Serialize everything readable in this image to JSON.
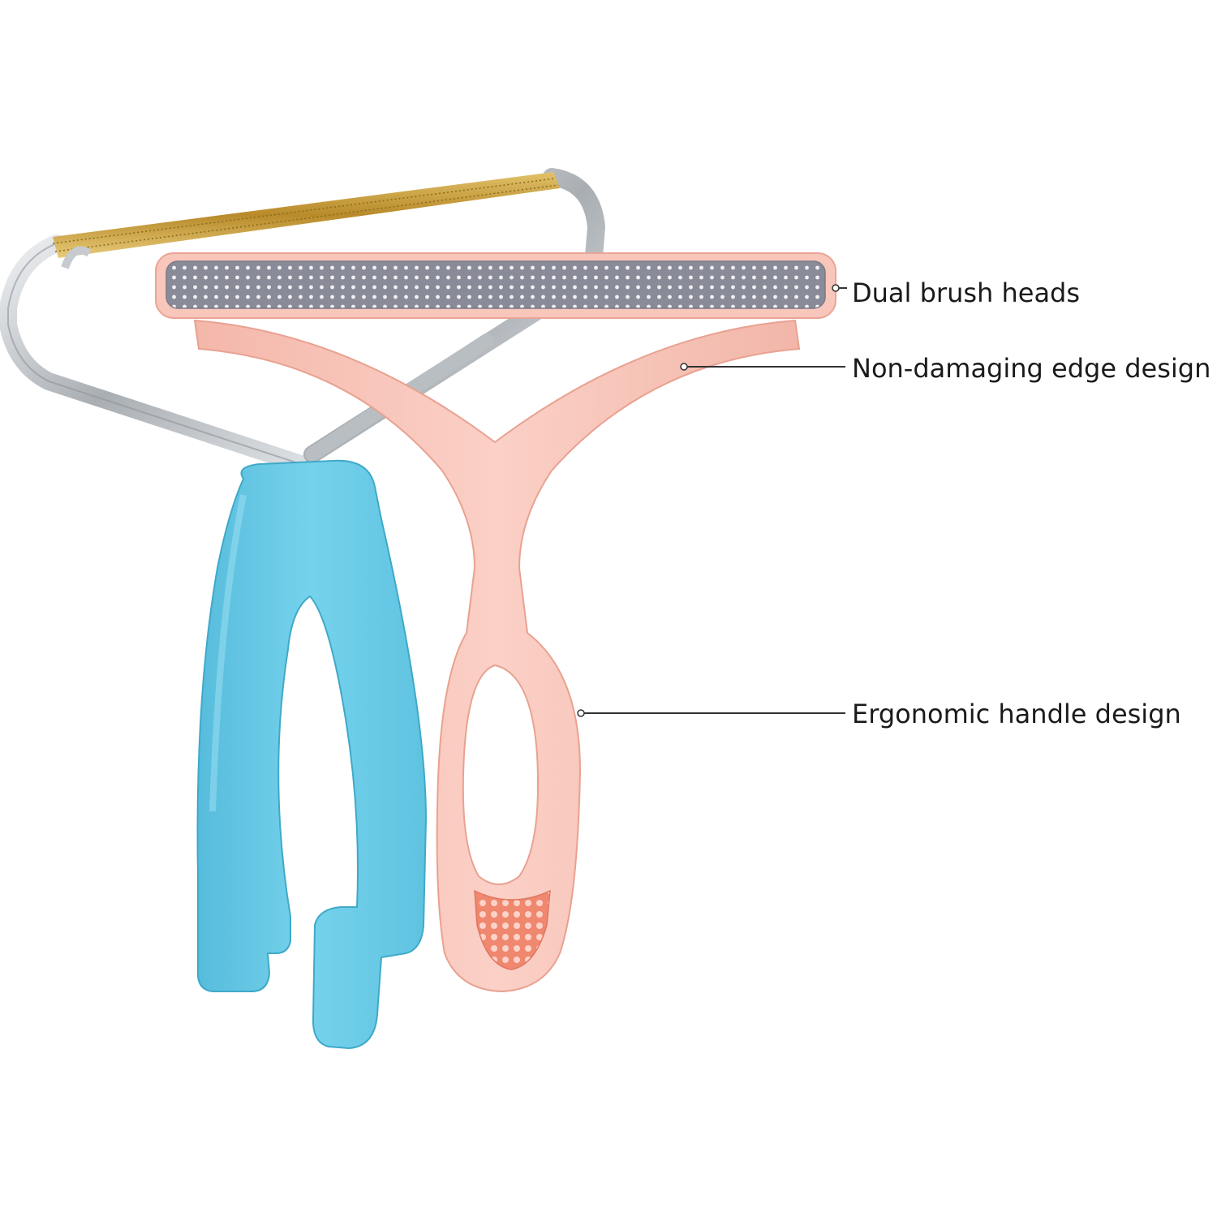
{
  "callouts": {
    "dual_brush_heads": "Dual brush heads",
    "non_damaging_edge": "Non-damaging edge design",
    "ergonomic_handle": "Ergonomic handle design"
  },
  "colors": {
    "background": "#ffffff",
    "blue_handle": "#6ccbe6",
    "pink_body": "#f7c3b8",
    "brush_pad": "#8d8d9b",
    "grip_pad": "#f28c7a",
    "coil_gold": "#c9a23e",
    "steel": "#c7cbcf",
    "leader_line": "#333333"
  },
  "icons": {
    "product": "lint-remover-brush-illustration"
  }
}
